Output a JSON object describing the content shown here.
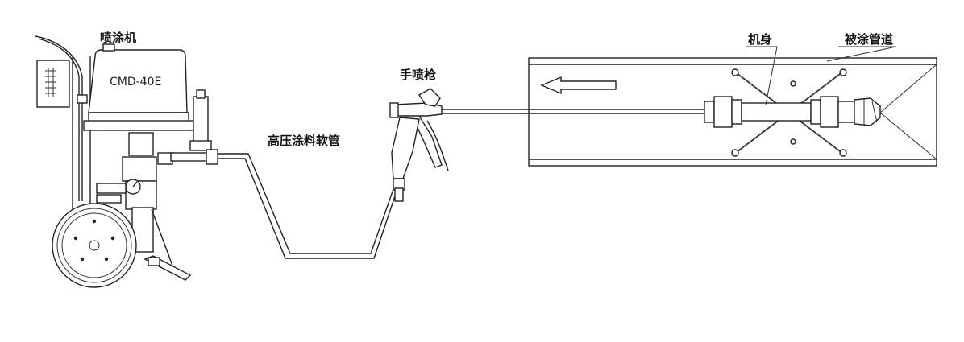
{
  "labels": {
    "sprayer": "喷涂机",
    "model": "CMD-40E",
    "hand_gun": "手喷枪",
    "hose": "高压涂料软管",
    "body": "机身",
    "pipe": "被涂管道"
  },
  "icons": {
    "direction_arrow": "arrow-left-icon"
  }
}
